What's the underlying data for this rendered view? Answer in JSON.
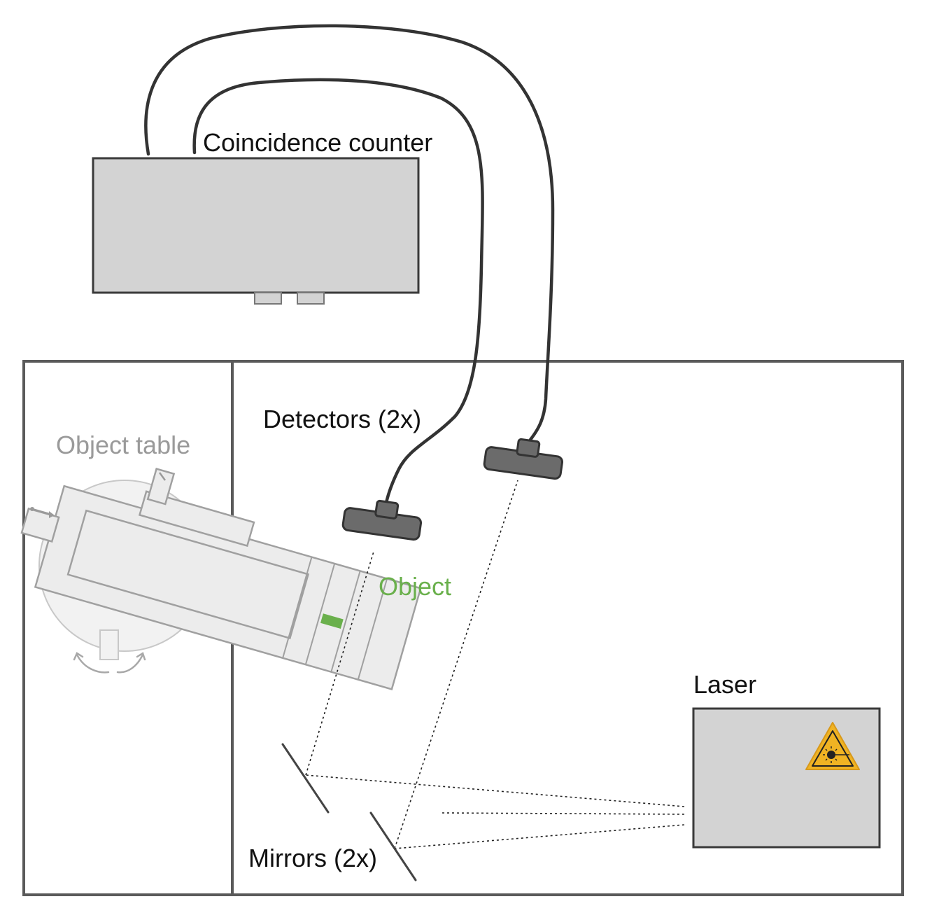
{
  "labels": {
    "coincidence_counter": "Coincidence counter",
    "detectors": "Detectors (2x)",
    "object_table": "Object table",
    "object": "Object",
    "laser": "Laser",
    "mirrors": "Mirrors (2x)"
  },
  "colors": {
    "object_label": "#6ab04c",
    "object_marker": "#6ab04c",
    "object_table_label": "#9a9a9a",
    "laser_warning": "#f0b323"
  },
  "icons": {
    "laser_warning": "laser-warning-icon"
  }
}
